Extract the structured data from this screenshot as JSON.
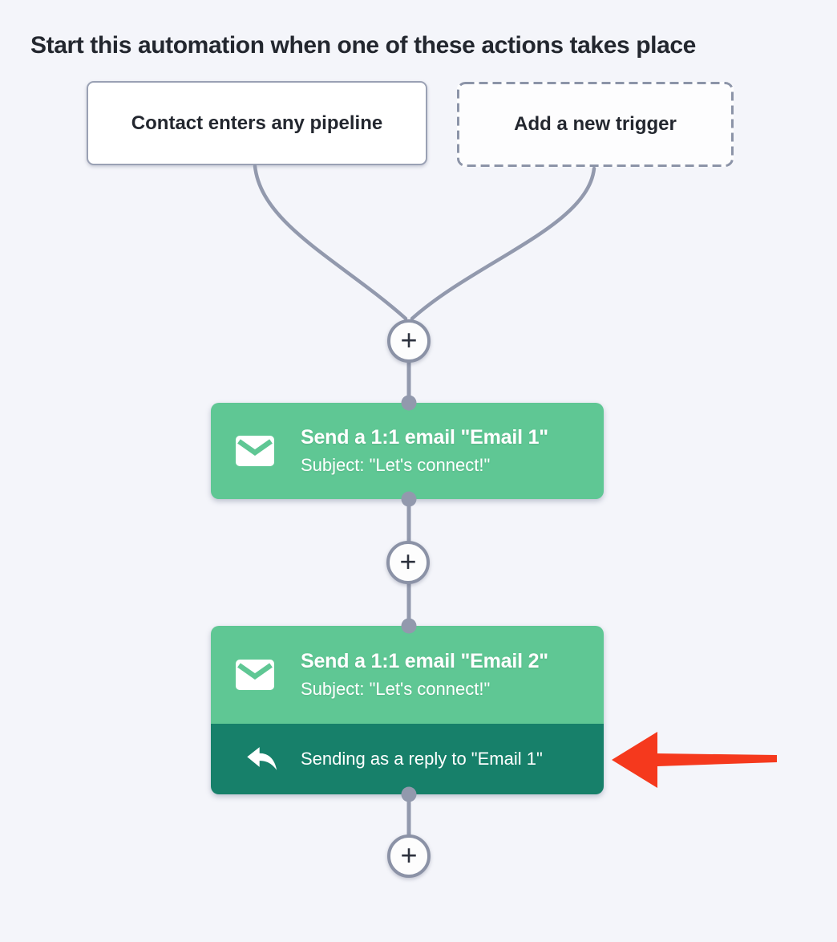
{
  "title": "Start this automation when one of these actions takes place",
  "triggers": {
    "pipeline": {
      "label": "Contact enters any pipeline"
    },
    "add_new": {
      "label": "Add a new trigger"
    }
  },
  "steps": {
    "email1": {
      "title": "Send a 1:1 email \"Email 1\"",
      "subject": "Subject: \"Let's connect!\"",
      "icon": "envelope-icon"
    },
    "email2": {
      "title": "Send a 1:1 email \"Email 2\"",
      "subject": "Subject: \"Let's connect!\"",
      "icon": "envelope-icon",
      "reply_note": {
        "label": "Sending as a reply to \"Email 1\"",
        "icon": "reply-icon"
      }
    }
  },
  "add_step_button": {
    "label": "+"
  },
  "annotation_arrow": {
    "color": "#f5391d"
  },
  "colors": {
    "background": "#f4f5fa",
    "card_green": "#5fc794",
    "card_green_dark": "#17806a",
    "connector_gray": "#9299ad",
    "border_gray": "#8b92a6",
    "text_dark": "#23272f",
    "text_light": "#ffffff"
  }
}
